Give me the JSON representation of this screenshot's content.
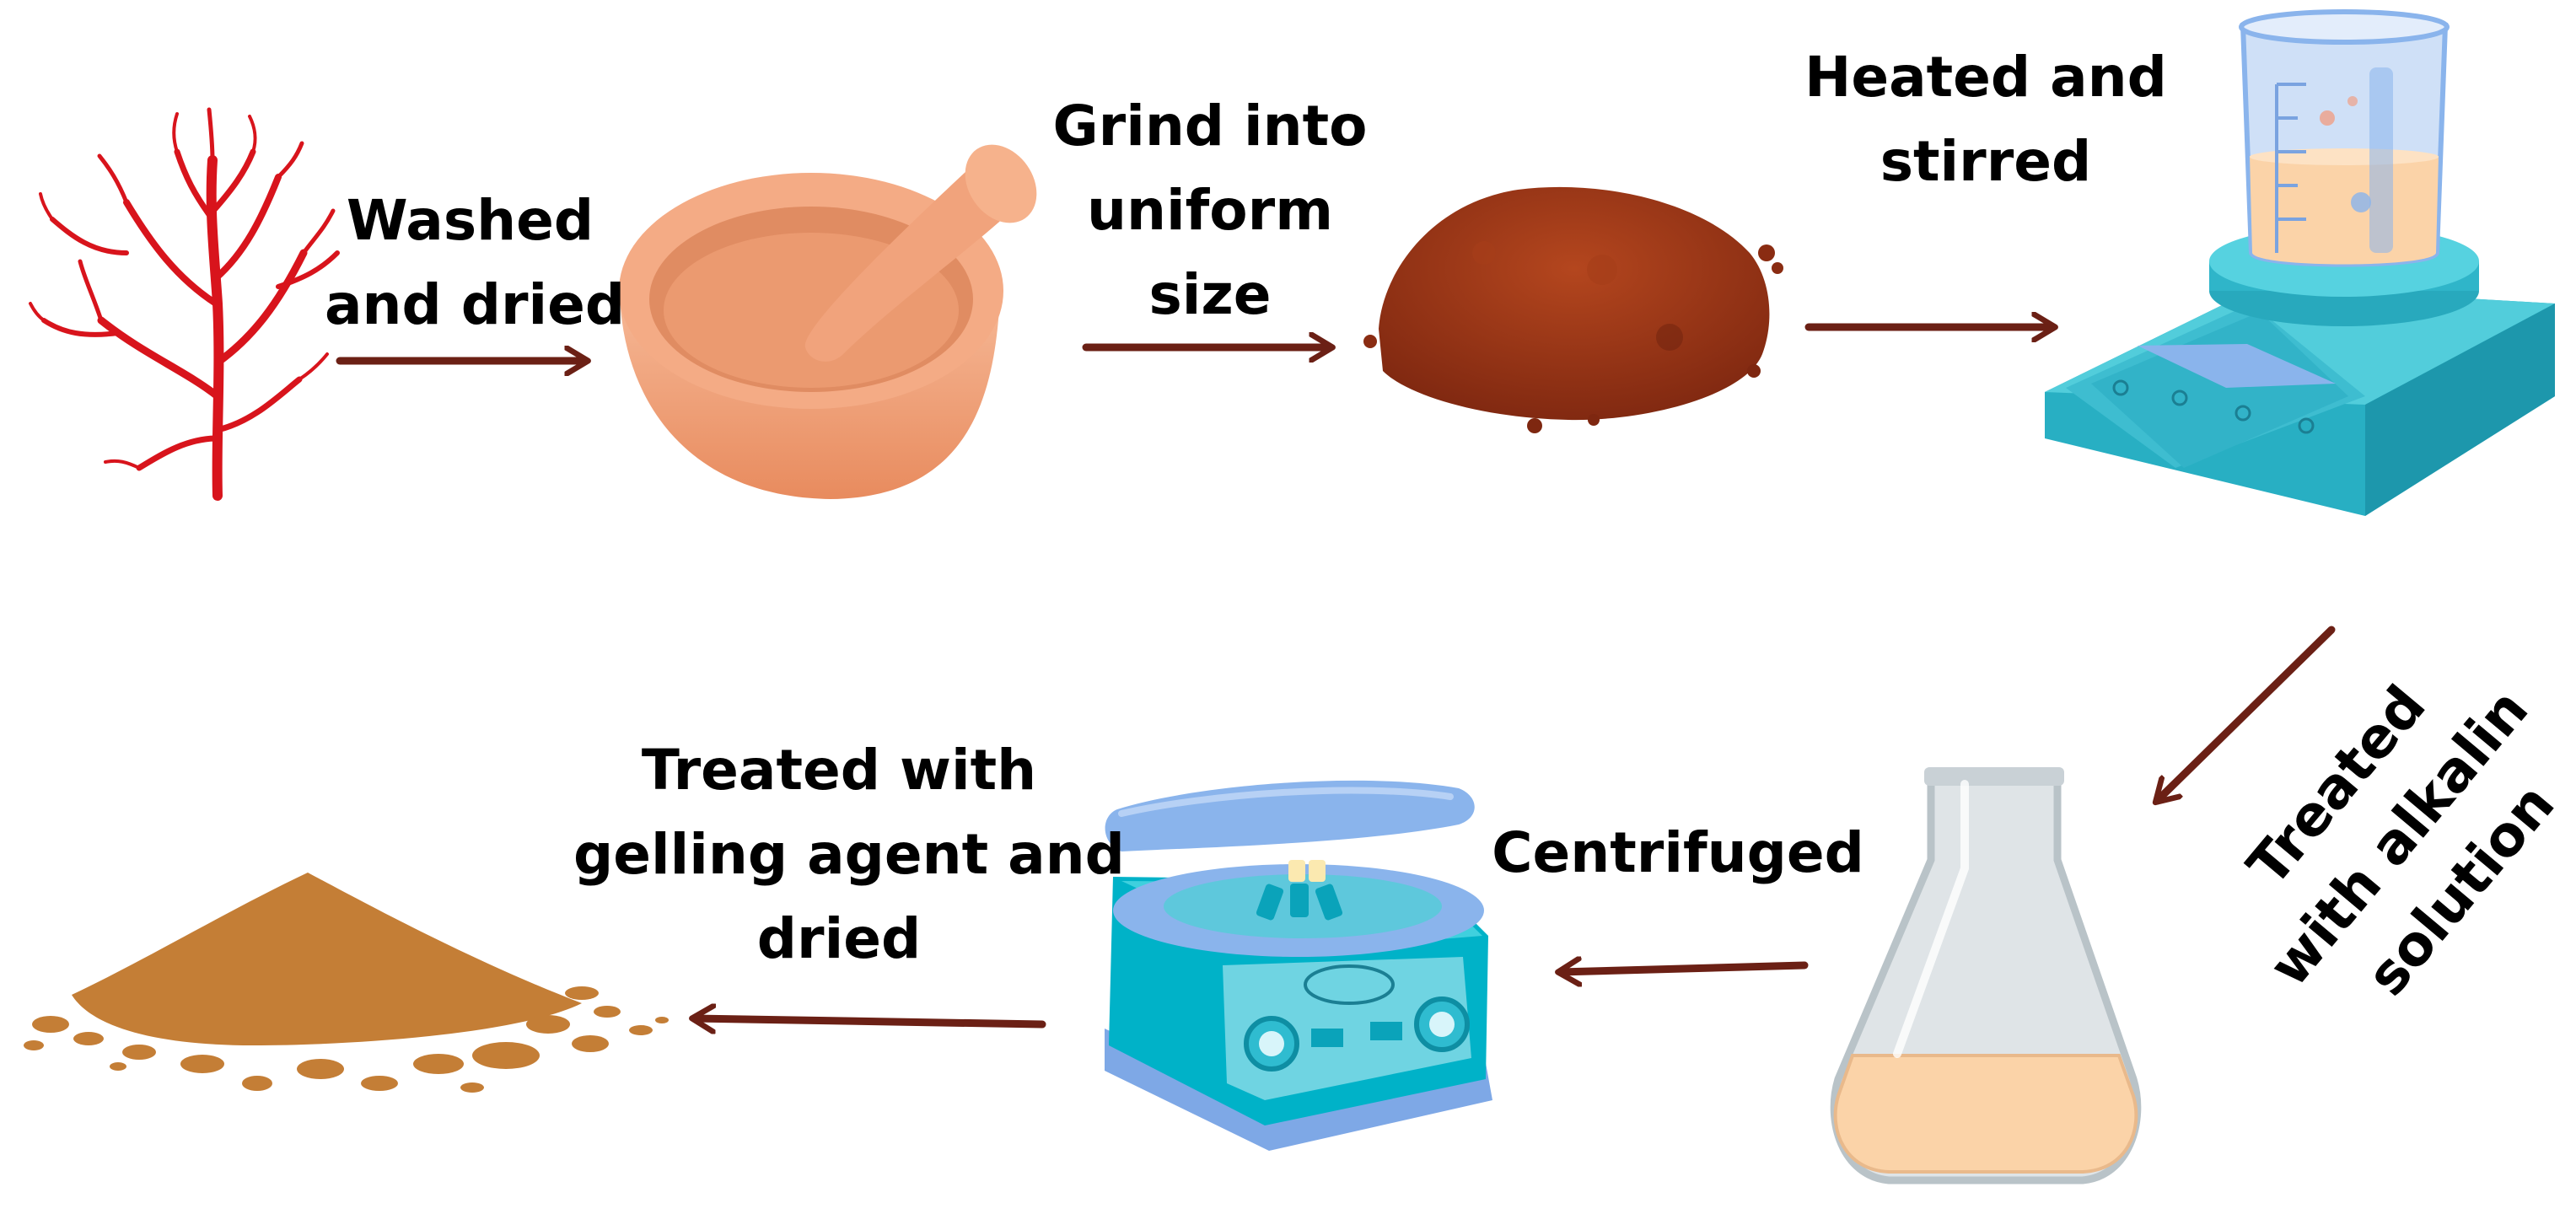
{
  "steps": {
    "washed": {
      "line1": "Washed",
      "line2": "and dried"
    },
    "grind": {
      "line1": "Grind into",
      "line2": "uniform",
      "line3": "size"
    },
    "heated": {
      "line1": "Heated and",
      "line2": "stirred"
    },
    "alkali": {
      "line1": "Treated",
      "line2": "with alkalin",
      "line3": "solution"
    },
    "centrifuged": {
      "line1": "Centrifuged"
    },
    "gelling": {
      "line1": "Treated with",
      "line2": "gelling agent and",
      "line3": "dried"
    }
  },
  "icons": [
    "red-seaweed-icon",
    "mortar-and-pestle-icon",
    "red-powder-pile-icon",
    "hot-plate-stirrer-beaker-icon",
    "erlenmeyer-flask-icon",
    "centrifuge-icon",
    "tan-powder-pile-icon"
  ],
  "colors": {
    "arrow": "#6b2015",
    "seaweed": "#d8141c",
    "mortar": "#f2a27a",
    "red_powder": "#9a3214",
    "tan_powder": "#c47e36",
    "equipment_teal": "#3cc6d6",
    "equipment_blue": "#8ab4ec",
    "liquid": "#fbd3a8"
  }
}
